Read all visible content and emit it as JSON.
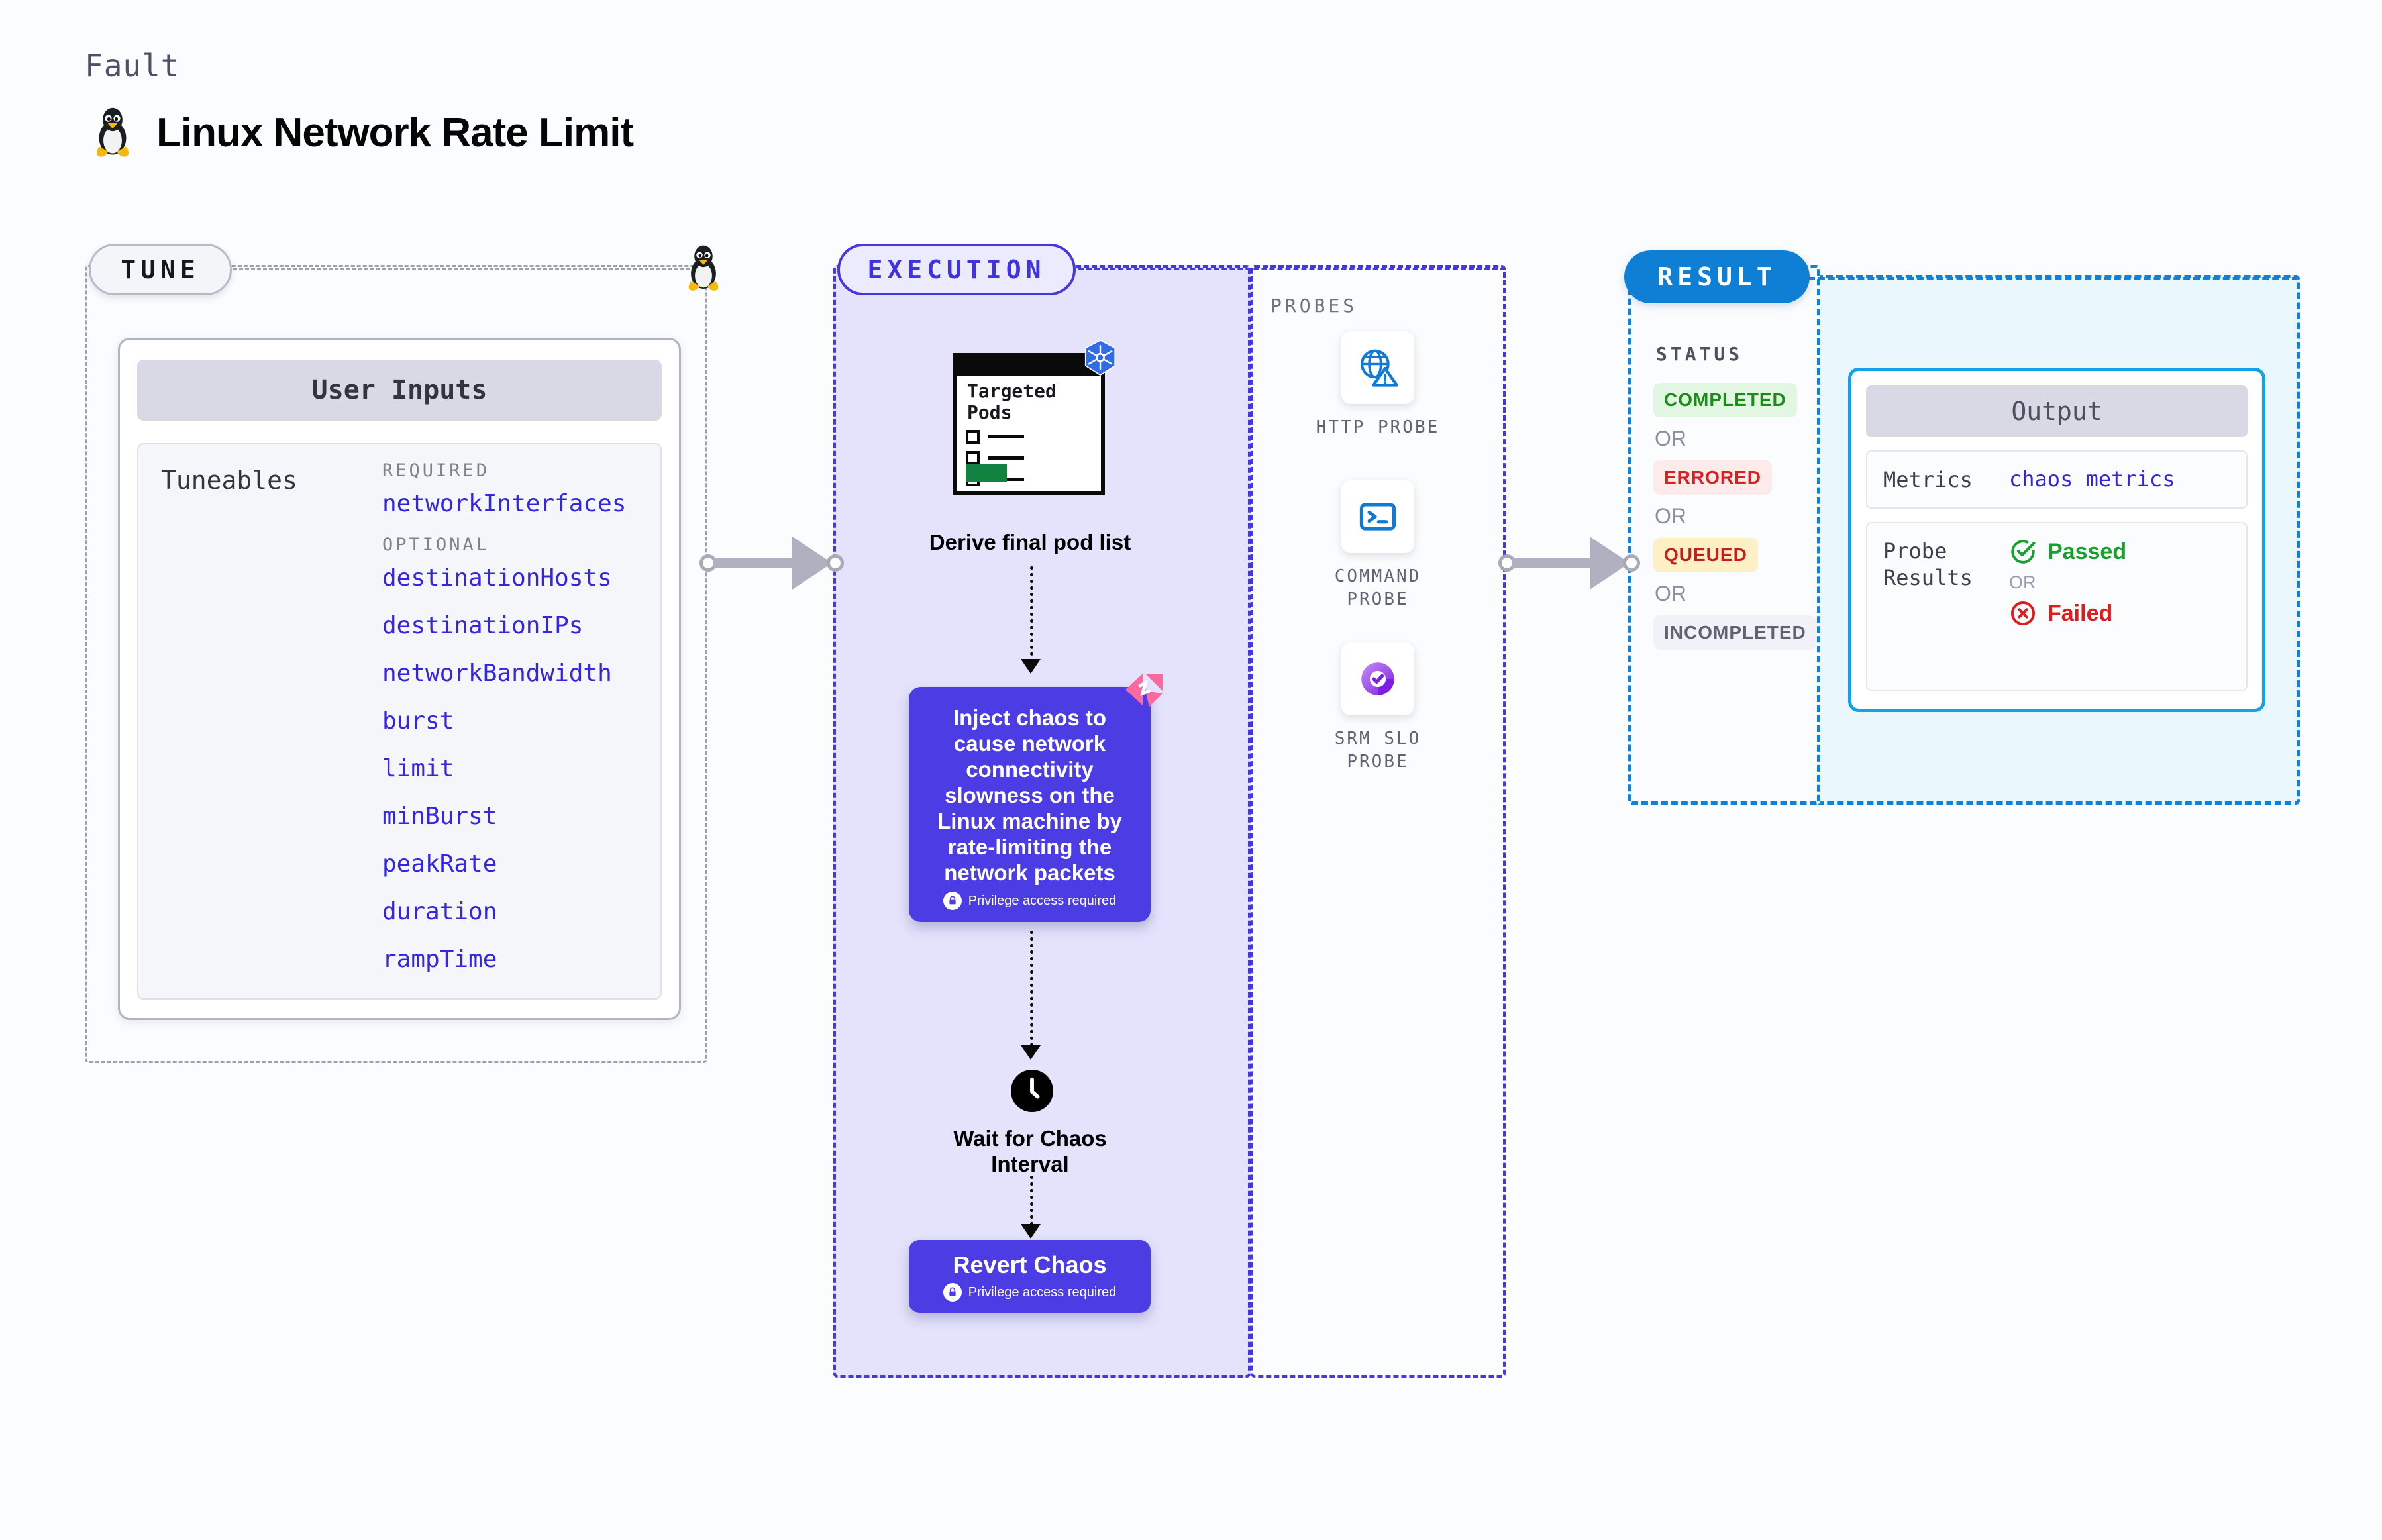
{
  "header": {
    "kicker": "Fault",
    "title": "Linux Network Rate Limit",
    "icon": "linux-penguin-icon"
  },
  "tune": {
    "badge": "TUNE",
    "card_title": "User Inputs",
    "tuneables_label": "Tuneables",
    "groups": [
      {
        "label": "REQUIRED",
        "items": [
          "networkInterfaces"
        ]
      },
      {
        "label": "OPTIONAL",
        "items": [
          "destinationHosts",
          "destinationIPs",
          "networkBandwidth",
          "burst",
          "limit",
          "minBurst",
          "peakRate",
          "duration",
          "rampTime"
        ]
      }
    ]
  },
  "execution": {
    "badge": "EXECUTION",
    "pod_card": {
      "title_line1": "Targeted",
      "title_line2": "Pods",
      "platform_icon": "kubernetes-icon"
    },
    "derive_label": "Derive final pod list",
    "chaos_card": {
      "text": "Inject chaos to cause network connectivity slowness on the Linux machine by rate-limiting the network packets",
      "privilege_note": "Privilege access required",
      "corner_icon": "litmus-logo-icon"
    },
    "wait_label": "Wait for Chaos Interval",
    "wait_icon": "clock-icon",
    "revert_card": {
      "title": "Revert Chaos",
      "privilege_note": "Privilege access required"
    }
  },
  "probes": {
    "title": "PROBES",
    "items": [
      {
        "name": "HTTP PROBE",
        "icon": "globe-alert-icon"
      },
      {
        "name": "COMMAND PROBE",
        "icon": "terminal-icon"
      },
      {
        "name": "SRM SLO PROBE",
        "icon": "slo-donut-check-icon"
      }
    ]
  },
  "result": {
    "badge": "RESULT",
    "status_title": "STATUS",
    "or_text": "OR",
    "statuses": [
      {
        "label": "COMPLETED",
        "bg": "#e2f7e1",
        "fg": "#1a8c17"
      },
      {
        "label": "ERRORED",
        "bg": "#fdeaea",
        "fg": "#d52121"
      },
      {
        "label": "QUEUED",
        "bg": "#fdf0c4",
        "fg": "#c21f1f"
      },
      {
        "label": "INCOMPLETED",
        "bg": "#f1f2f7",
        "fg": "#5f6472"
      }
    ]
  },
  "output": {
    "header": "Output",
    "metrics_key": "Metrics",
    "metrics_value": "chaos metrics",
    "probe_results_key": "Probe Results",
    "passed": "Passed",
    "failed": "Failed",
    "or_text": "OR"
  },
  "colors": {
    "accent_purple": "#4338e0",
    "accent_blue": "#1180d8",
    "tune_gray": "#9aa0ae",
    "chaos_card": "#4b3ce3",
    "page_bg": "#fbfcfe"
  }
}
